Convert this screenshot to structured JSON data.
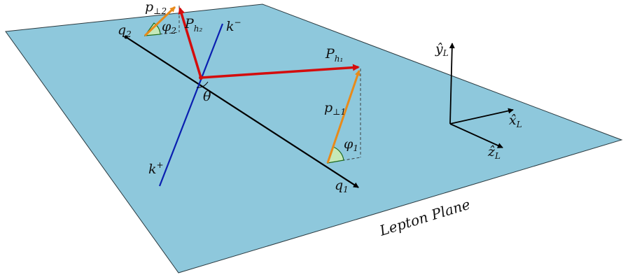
{
  "colors": {
    "plane_fill": "#8ec8dc",
    "plane_stroke": "#2a3a40",
    "axis": "#000000",
    "lepton_line": "#0a1fb0",
    "hadron_momentum": "#d40d0d",
    "transverse_momentum": "#e88a1a",
    "angle_arc": "#1f6b1f",
    "angle_fill": "#c5e9b9",
    "projection_dash": "#333333"
  },
  "labels": {
    "q1": {
      "main": "q",
      "sub": "1"
    },
    "q2": {
      "main": "q",
      "sub": "2"
    },
    "k_plus": {
      "main": "k",
      "sup": "+"
    },
    "k_minus": {
      "main": "k",
      "sup": "−"
    },
    "theta": {
      "main": "θ"
    },
    "P_h1": {
      "main": "P",
      "sub": "h₁"
    },
    "P_h2": {
      "main": "P",
      "sub": "h₂"
    },
    "p_perp1": {
      "main": "p",
      "sub": "⊥1"
    },
    "p_perp2": {
      "main": "p",
      "sub": "⊥2"
    },
    "phi1": {
      "main": "φ",
      "sub": "1"
    },
    "phi2": {
      "main": "φ",
      "sub": "2"
    },
    "x_L": {
      "main": "x̂",
      "sub": "L"
    },
    "y_L": {
      "main": "ŷ",
      "sub": "L"
    },
    "z_L": {
      "main": "ẑ",
      "sub": "L"
    }
  },
  "plane_title": "Lepton Plane"
}
